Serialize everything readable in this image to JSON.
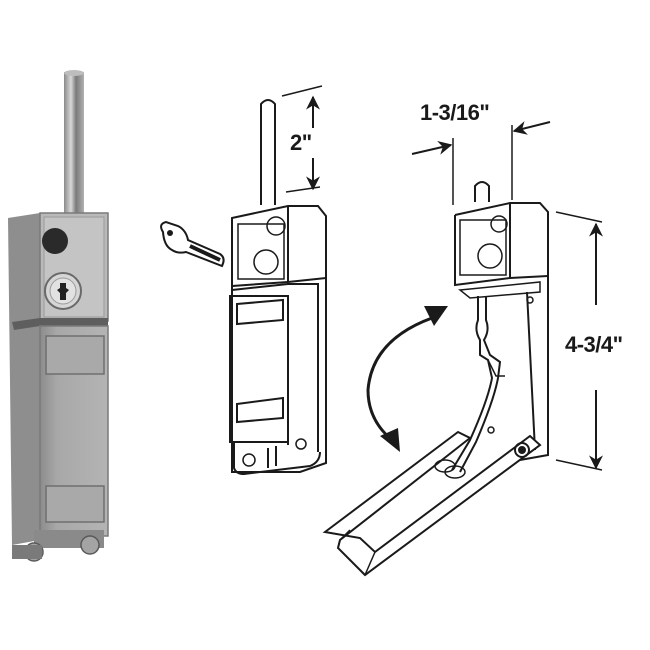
{
  "figure": {
    "subject": "Patio door lock product illustration",
    "panels": [
      {
        "id": "photo",
        "description": "Photograph of lock unit with key cylinder and pin"
      },
      {
        "id": "front-drawing",
        "description": "Line drawing of lock with key, showing pin height"
      },
      {
        "id": "open-drawing",
        "description": "Line drawing showing lock with swing-down bracket open"
      }
    ]
  },
  "dimensions": {
    "pin_height": "2\"",
    "body_width": "1-3/16\"",
    "body_height": "4-3/4\""
  },
  "icons": {
    "key": "key-icon",
    "swing_arrow": "curved-double-arrow-icon"
  },
  "colors": {
    "line": "#1a1a1a",
    "metal_light": "#b8b8b8",
    "metal_mid": "#9a9a9a",
    "metal_dark": "#6e6e6e",
    "background": "#ffffff"
  }
}
